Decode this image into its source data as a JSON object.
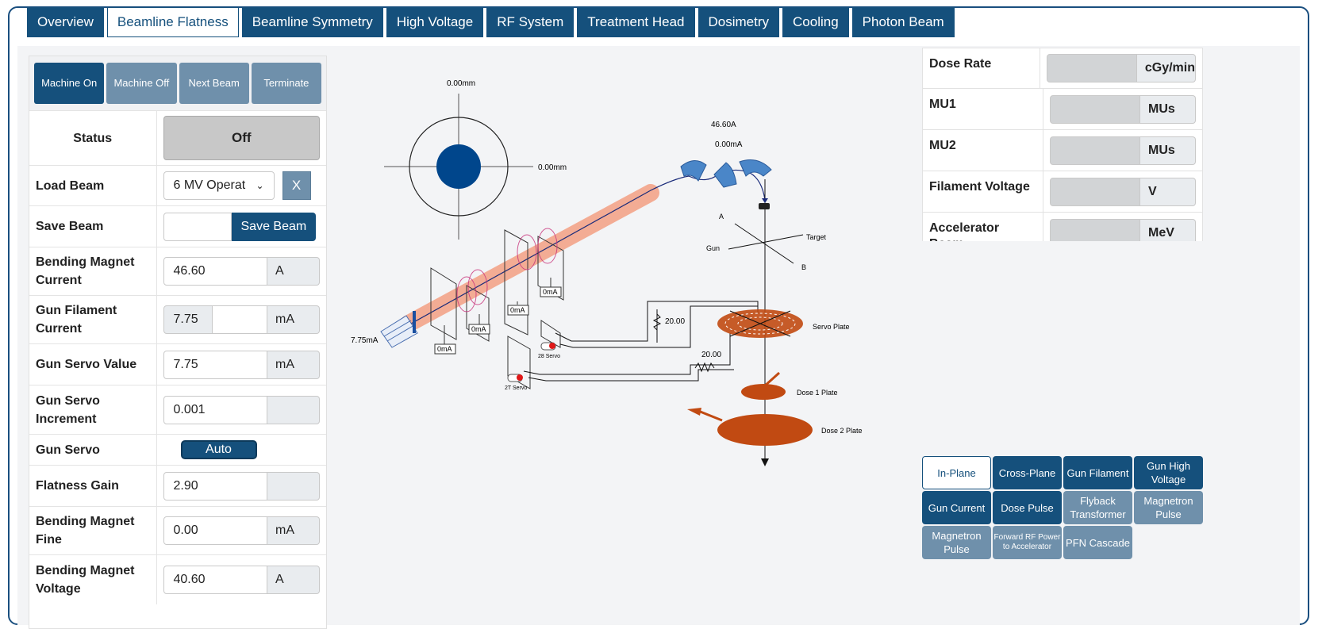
{
  "tabs": [
    {
      "label": "Overview"
    },
    {
      "label": "Beamline Flatness",
      "active": true
    },
    {
      "label": "Beamline Symmetry"
    },
    {
      "label": "High Voltage"
    },
    {
      "label": "RF System"
    },
    {
      "label": "Treatment Head"
    },
    {
      "label": "Dosimetry"
    },
    {
      "label": "Cooling"
    },
    {
      "label": "Photon Beam"
    }
  ],
  "controls": {
    "machine_on": "Machine On",
    "machine_off": "Machine Off",
    "next_beam": "Next Beam",
    "terminate": "Terminate"
  },
  "params": {
    "status_label": "Status",
    "status_value": "Off",
    "load_beam_label": "Load Beam",
    "load_beam_value": "6 MV Operat",
    "load_beam_clear": "X",
    "save_beam_label": "Save Beam",
    "save_beam_button": "Save Beam",
    "bm_current_label": "Bending Magnet Current",
    "bm_current_value": "46.60",
    "bm_current_unit": "A",
    "gun_filament_label": "Gun Filament Current",
    "gun_filament_value": "7.75",
    "gun_filament_unit": "mA",
    "gun_servo_label": "Gun Servo Value",
    "gun_servo_value": "7.75",
    "gun_servo_unit": "mA",
    "gun_servo_inc_label": "Gun Servo Increment",
    "gun_servo_inc_value": "0.001",
    "gun_servo_mode_label": "Gun Servo",
    "gun_servo_mode_value": "Auto",
    "flatness_gain_label": "Flatness Gain",
    "flatness_gain_value": "2.90",
    "bm_fine_label": "Bending Magnet Fine",
    "bm_fine_value": "0.00",
    "bm_fine_unit": "mA",
    "bm_voltage_label": "Bending Magnet Voltage",
    "bm_voltage_value": "40.60",
    "bm_voltage_unit": "A"
  },
  "diagram": {
    "top_offset": "0.00mm",
    "right_offset": "0.00mm",
    "magnet_current": "46.60A",
    "magnet_beam": "0.00mA",
    "gun_current": "7.75mA",
    "meter1": "0mA",
    "meter2": "0mA",
    "meter3": "0mA",
    "meter4": "0mA",
    "axis_a": "A",
    "axis_target": "Target",
    "axis_gun": "Gun",
    "axis_b": "B",
    "resistor1": "20.00",
    "resistor2": "20.00",
    "servo_28": "28 Servo",
    "servo_2t": "2T Servo",
    "servo_plate": "Servo Plate",
    "dose1_plate": "Dose 1 Plate",
    "dose2_plate": "Dose 2 Plate",
    "beam_color": "#f4a58a",
    "plate_color": "#c14a12",
    "magnet_color": "#4a86c8"
  },
  "readouts": [
    {
      "label": "Dose Rate",
      "unit": "cGy/min"
    },
    {
      "label": "MU1",
      "unit": "MUs"
    },
    {
      "label": "MU2",
      "unit": "MUs"
    },
    {
      "label": "Filament Voltage",
      "unit": "V"
    },
    {
      "label": "Accelerator Beam",
      "unit": "MeV"
    }
  ],
  "graph_buttons": [
    {
      "label": "In-Plane"
    },
    {
      "label": "Cross-Plane"
    },
    {
      "label": "Gun Filament"
    },
    {
      "label": "Gun High Voltage"
    },
    {
      "label": "Gun Current"
    },
    {
      "label": "Dose Pulse"
    },
    {
      "label": "Flyback Transformer"
    },
    {
      "label": "Magnetron Pulse"
    },
    {
      "label": "Magnetron Pulse"
    },
    {
      "label": "Forward RF Power to Accelerator"
    },
    {
      "label": "PFN Cascade"
    }
  ],
  "colors": {
    "primary": "#15507c",
    "secondary": "#6f90ab"
  }
}
